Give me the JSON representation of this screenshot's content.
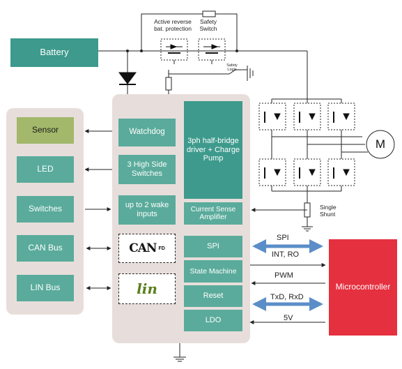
{
  "battery": {
    "label": "Battery"
  },
  "protection": {
    "reverse_label": "Active reverse bat. protection",
    "safety_switch_label": "Safety Switch",
    "safety_logic_label": "Safety Logic"
  },
  "peripherals": [
    "Sensor",
    "LED",
    "Switches",
    "CAN Bus",
    "LIN Bus"
  ],
  "chip": {
    "watchdog": "Watchdog",
    "high_side": "3 High Side Switches",
    "wake": "up to 2 wake inputs",
    "driver": "3ph half-bridge driver + Charge Pump",
    "csa": "Current Sense Amplifier",
    "spi": "SPI",
    "state_machine": "State Machine",
    "reset": "Reset",
    "ldo": "LDO"
  },
  "logos": {
    "can_text": "CAN",
    "can_sup": "FD",
    "lin_text": "lin"
  },
  "motor": {
    "label": "M"
  },
  "shunt": {
    "label": "Single Shunt"
  },
  "signals": {
    "spi": "SPI",
    "int_ro": "INT, RO",
    "pwm": "PWM",
    "txd_rxd": "TxD, RxD",
    "v5": "5V"
  },
  "mcu": {
    "label": "Microcontroller"
  },
  "colors": {
    "teal_dark": "#3d9a8c",
    "teal_mid": "#5aab9b",
    "sensor": "#a3b86a",
    "panel": "#e7dedb",
    "mcu": "#e5303f",
    "arrow_blue": "#5b8ec9"
  }
}
